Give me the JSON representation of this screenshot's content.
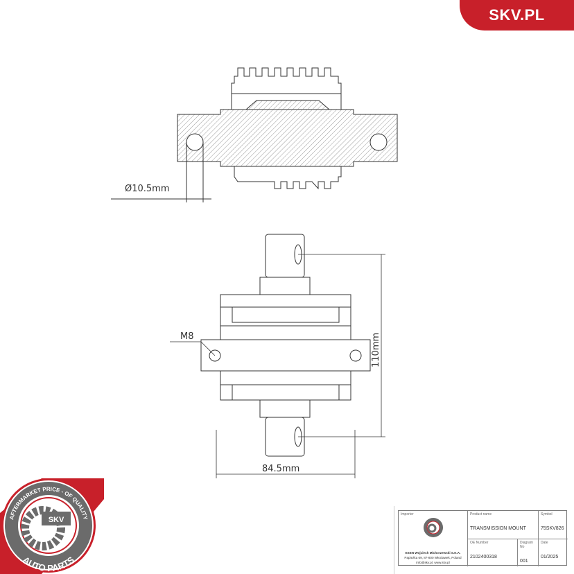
{
  "brand": {
    "label": "SKV.PL",
    "color": "#c8202a"
  },
  "badge": {
    "top_text": "AFTERMARKET PRICE - OF QUALITY",
    "center_text": "SKV",
    "bottom_text": "AUTO PARTS"
  },
  "dimensions": {
    "hole_diameter": "Ø10.5mm",
    "thread": "M8",
    "height": "110mm",
    "width": "84.5mm"
  },
  "title_block": {
    "importer_label": "Importer",
    "importer_name": "ESEN Wojciech Michorzewski S.K.A.",
    "importer_address": "Papieżka 69, 87-800 Włocławek, Poland",
    "importer_contact": "info@skv.pl, www.skv.pl",
    "product_name_label": "Product name",
    "product_name": "TRANSMISSION MOUNT",
    "symbol_label": "Symbol",
    "symbol": "75SKV826",
    "oe_label": "OE Number",
    "oe_number": "2102400318",
    "diagram_label": "Diagram No",
    "diagram_no": "001",
    "date_label": "Date",
    "date": "01/2025"
  }
}
